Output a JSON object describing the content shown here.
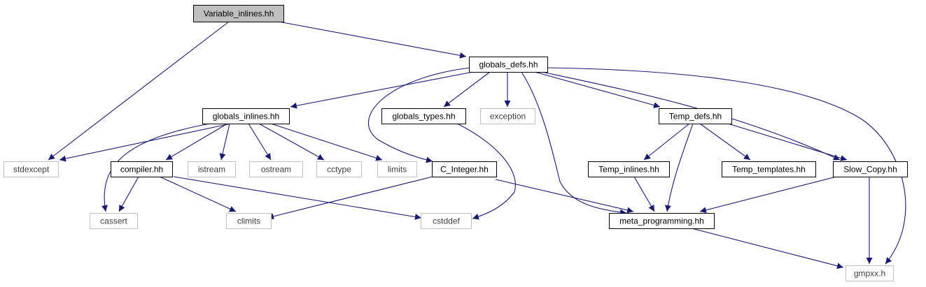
{
  "colors": {
    "edge": "#191970",
    "node_border": "#000000",
    "node_external_border": "#bfbfbf",
    "node_current_fill": "#bfbfbf",
    "node_fill": "#ffffff",
    "text_primary": "#000000",
    "text_external": "#404040"
  },
  "nodes": {
    "variable_inlines": {
      "label": "Variable_inlines.hh",
      "kind": "current"
    },
    "globals_defs": {
      "label": "globals_defs.hh",
      "kind": "file"
    },
    "stdexcept": {
      "label": "stdexcept",
      "kind": "system"
    },
    "globals_inlines": {
      "label": "globals_inlines.hh",
      "kind": "file"
    },
    "globals_types": {
      "label": "globals_types.hh",
      "kind": "file"
    },
    "exception": {
      "label": "exception",
      "kind": "system"
    },
    "temp_defs": {
      "label": "Temp_defs.hh",
      "kind": "file"
    },
    "compiler": {
      "label": "compiler.hh",
      "kind": "file"
    },
    "istream": {
      "label": "istream",
      "kind": "system"
    },
    "ostream": {
      "label": "ostream",
      "kind": "system"
    },
    "cctype": {
      "label": "cctype",
      "kind": "system"
    },
    "limits": {
      "label": "limits",
      "kind": "system"
    },
    "c_integer": {
      "label": "C_Integer.hh",
      "kind": "file"
    },
    "temp_inlines": {
      "label": "Temp_inlines.hh",
      "kind": "file"
    },
    "temp_templates": {
      "label": "Temp_templates.hh",
      "kind": "file"
    },
    "slow_copy": {
      "label": "Slow_Copy.hh",
      "kind": "file"
    },
    "cassert": {
      "label": "cassert",
      "kind": "system"
    },
    "climits": {
      "label": "climits",
      "kind": "system"
    },
    "cstddef": {
      "label": "cstddef",
      "kind": "system"
    },
    "meta_programming": {
      "label": "meta_programming.hh",
      "kind": "file"
    },
    "gmpxx": {
      "label": "gmpxx.h",
      "kind": "system"
    }
  },
  "edges": [
    {
      "from": "variable_inlines",
      "to": "stdexcept"
    },
    {
      "from": "variable_inlines",
      "to": "globals_defs"
    },
    {
      "from": "globals_defs",
      "to": "globals_inlines"
    },
    {
      "from": "globals_defs",
      "to": "globals_types"
    },
    {
      "from": "globals_defs",
      "to": "exception"
    },
    {
      "from": "globals_defs",
      "to": "temp_defs"
    },
    {
      "from": "globals_defs",
      "to": "c_integer"
    },
    {
      "from": "globals_defs",
      "to": "meta_programming"
    },
    {
      "from": "globals_defs",
      "to": "slow_copy"
    },
    {
      "from": "globals_defs",
      "to": "gmpxx"
    },
    {
      "from": "globals_inlines",
      "to": "stdexcept"
    },
    {
      "from": "globals_inlines",
      "to": "compiler"
    },
    {
      "from": "globals_inlines",
      "to": "istream"
    },
    {
      "from": "globals_inlines",
      "to": "ostream"
    },
    {
      "from": "globals_inlines",
      "to": "cctype"
    },
    {
      "from": "globals_inlines",
      "to": "limits"
    },
    {
      "from": "globals_inlines",
      "to": "cassert"
    },
    {
      "from": "globals_types",
      "to": "cstddef"
    },
    {
      "from": "compiler",
      "to": "cassert"
    },
    {
      "from": "compiler",
      "to": "climits"
    },
    {
      "from": "compiler",
      "to": "cstddef"
    },
    {
      "from": "c_integer",
      "to": "climits"
    },
    {
      "from": "c_integer",
      "to": "meta_programming"
    },
    {
      "from": "temp_defs",
      "to": "temp_inlines"
    },
    {
      "from": "temp_defs",
      "to": "temp_templates"
    },
    {
      "from": "temp_defs",
      "to": "slow_copy"
    },
    {
      "from": "temp_defs",
      "to": "meta_programming"
    },
    {
      "from": "temp_inlines",
      "to": "meta_programming"
    },
    {
      "from": "slow_copy",
      "to": "meta_programming"
    },
    {
      "from": "slow_copy",
      "to": "gmpxx"
    },
    {
      "from": "meta_programming",
      "to": "gmpxx"
    }
  ]
}
